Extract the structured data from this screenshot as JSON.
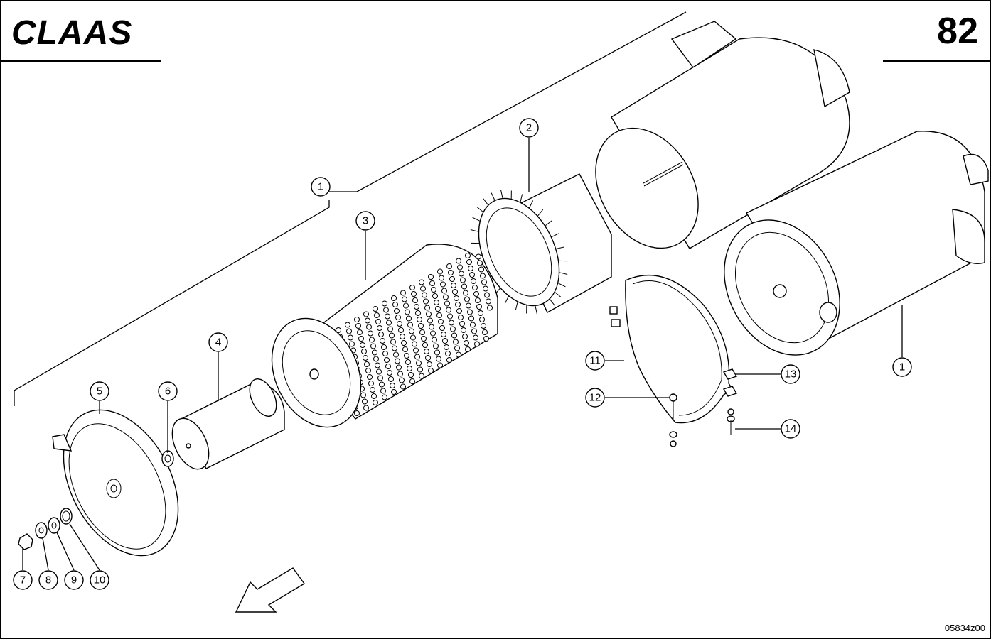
{
  "brand": "CLAAS",
  "page_number": "82",
  "drawing_code": "05834z00",
  "callouts": [
    {
      "label": "1"
    },
    {
      "label": "2"
    },
    {
      "label": "3"
    },
    {
      "label": "4"
    },
    {
      "label": "5"
    },
    {
      "label": "6"
    },
    {
      "label": "7"
    },
    {
      "label": "8"
    },
    {
      "label": "9"
    },
    {
      "label": "10"
    },
    {
      "label": "11"
    },
    {
      "label": "12"
    },
    {
      "label": "13"
    },
    {
      "label": "14"
    },
    {
      "label": "1"
    }
  ]
}
